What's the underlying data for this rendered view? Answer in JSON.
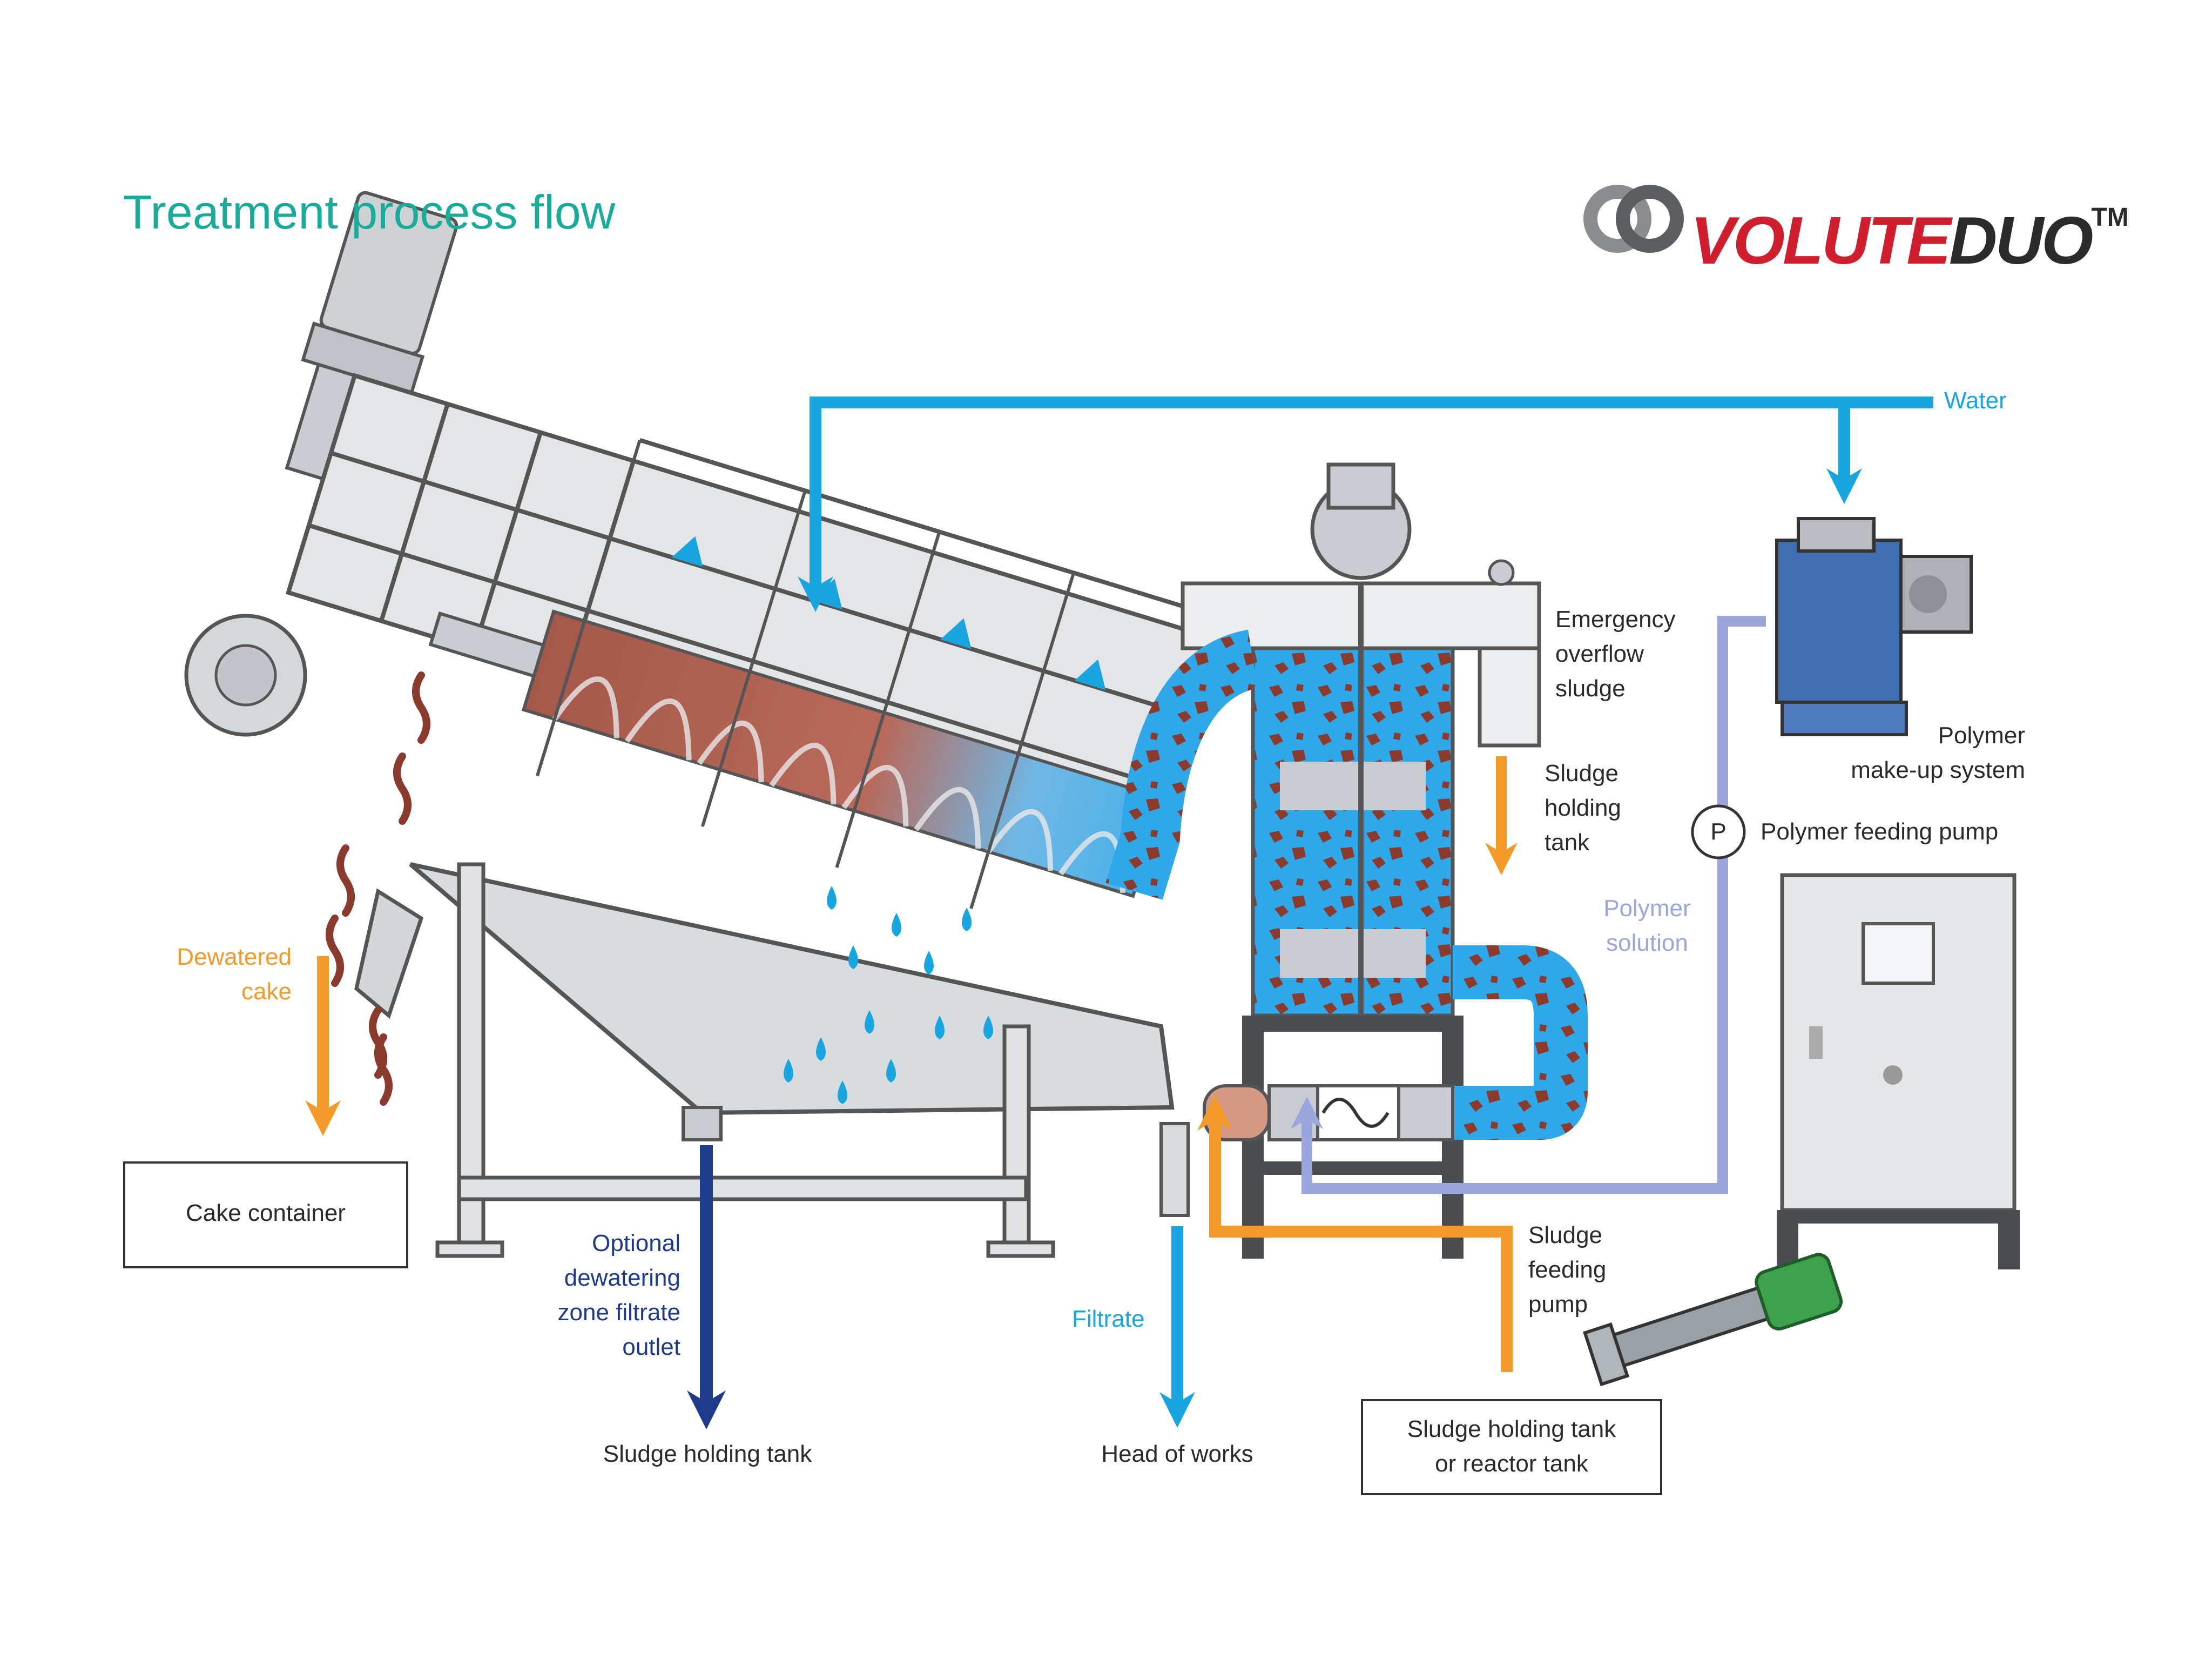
{
  "title": "Treatment process flow",
  "logo": {
    "part1": "VOLUTE",
    "part2": "DUO",
    "mark": "TM"
  },
  "labels": {
    "water": "Water",
    "emergency_overflow": "Emergency\noverflow\nsludge",
    "sludge_holding_tank_side": "Sludge\nholding\ntank",
    "polymer_makeup": "Polymer\nmake-up system",
    "pump_symbol": "P",
    "polymer_feeding_pump": "Polymer feeding pump",
    "polymer_solution": "Polymer\nsolution",
    "dewatered_cake": "Dewatered\ncake",
    "cake_container": "Cake container",
    "optional_outlet": "Optional\ndewatering\nzone filtrate\noutlet",
    "sludge_holding_tank_bottom": "Sludge holding tank",
    "filtrate": "Filtrate",
    "head_of_works": "Head of works",
    "sludge_feeding_pump": "Sludge\nfeeding\npump",
    "holding_or_reactor": "Sludge holding tank\nor reactor tank"
  },
  "colors": {
    "title": "#1aac9a",
    "water": "#19a5e0",
    "cake": "#f39a28",
    "optional_outlet": "#1f3a8a",
    "polymer": "#9aa6dc",
    "sludge": "#8b3a2e",
    "machine": "#d6d8db",
    "brand_red": "#cf1f2e"
  }
}
